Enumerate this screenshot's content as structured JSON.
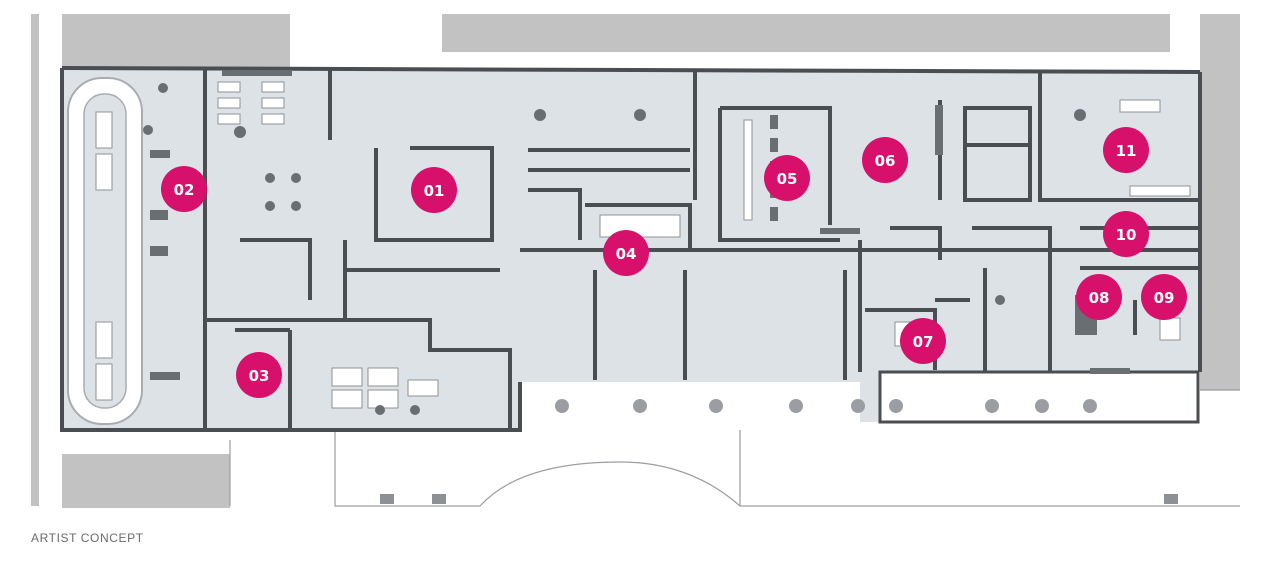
{
  "caption": "ARTIST CONCEPT",
  "colors": {
    "floor": "#dde2e7",
    "wall": "#4a4d52",
    "outside_block": "#c2c2c2",
    "ground": "#ffffff",
    "marker": "#d6106b",
    "marker_text": "#ffffff"
  },
  "markers": [
    {
      "id": "01",
      "label": "01"
    },
    {
      "id": "02",
      "label": "02"
    },
    {
      "id": "03",
      "label": "03"
    },
    {
      "id": "04",
      "label": "04"
    },
    {
      "id": "05",
      "label": "05"
    },
    {
      "id": "06",
      "label": "06"
    },
    {
      "id": "07",
      "label": "07"
    },
    {
      "id": "08",
      "label": "08"
    },
    {
      "id": "09",
      "label": "09"
    },
    {
      "id": "10",
      "label": "10"
    },
    {
      "id": "11",
      "label": "11"
    }
  ]
}
